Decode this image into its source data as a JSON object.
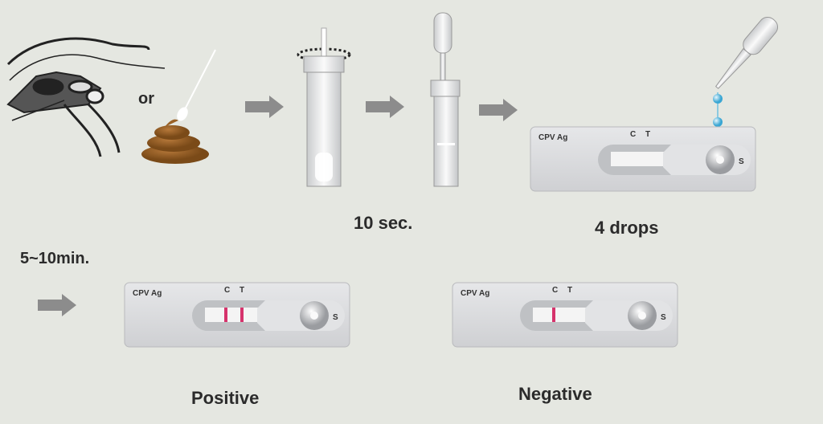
{
  "colors": {
    "background": "#e5e7e1",
    "arrow": "#8c8c8c",
    "feces": "#9a6227",
    "drop": "#6fc0e0",
    "line": "#d6336c",
    "cassette": "#d8d9dc"
  },
  "step1": {
    "or_label": "or"
  },
  "step2": {
    "time_label": "10 sec."
  },
  "step4": {
    "drops_label": "4 drops"
  },
  "wait": {
    "time_label": "5~10min."
  },
  "cassettes": [
    {
      "brand": "CPV Ag",
      "c": "C",
      "t": "T",
      "s": "S",
      "c_line": false,
      "t_line": false
    },
    {
      "brand": "CPV Ag",
      "c": "C",
      "t": "T",
      "s": "S",
      "c_line": true,
      "t_line": true,
      "result": "Positive"
    },
    {
      "brand": "CPV Ag",
      "c": "C",
      "t": "T",
      "s": "S",
      "c_line": true,
      "t_line": false,
      "result": "Negative"
    }
  ]
}
